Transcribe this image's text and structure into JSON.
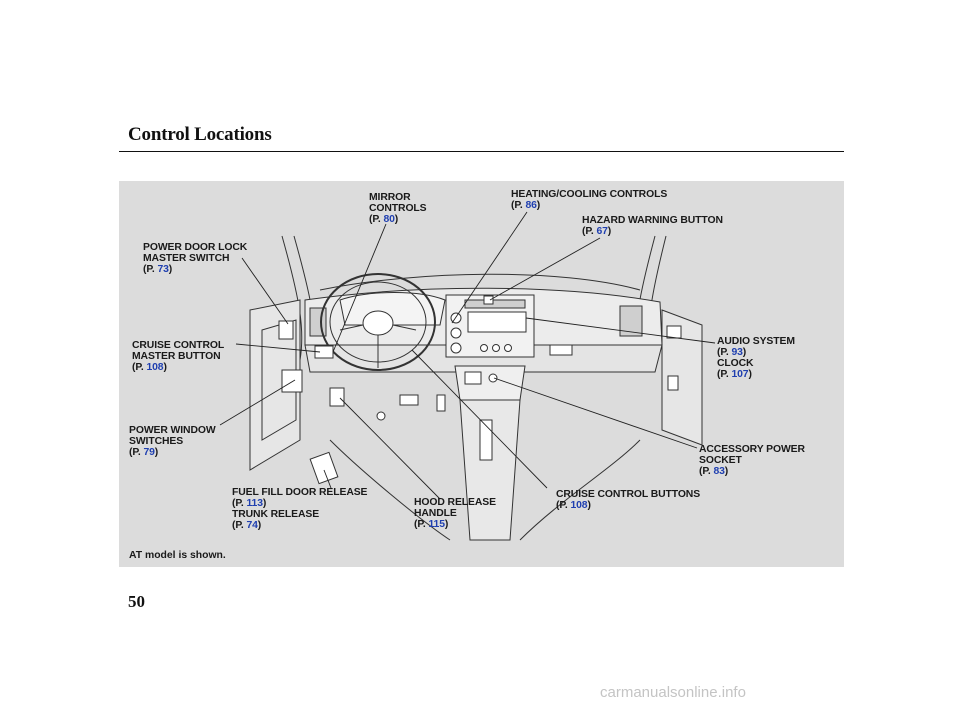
{
  "header": {
    "title": "Control Locations"
  },
  "labels": {
    "mirror": {
      "lines": [
        "MIRROR",
        "CONTROLS"
      ],
      "page": "80"
    },
    "heating": {
      "lines": [
        "HEATING/COOLING CONTROLS"
      ],
      "page": "86"
    },
    "hazard": {
      "lines": [
        "HAZARD WARNING BUTTON"
      ],
      "page": "67"
    },
    "door_lock": {
      "lines": [
        "POWER DOOR LOCK",
        "MASTER SWITCH"
      ],
      "page": "73"
    },
    "cruise_master": {
      "lines": [
        "CRUISE CONTROL",
        "MASTER BUTTON"
      ],
      "page": "108"
    },
    "audio": {
      "lines": [
        "AUDIO SYSTEM"
      ],
      "page": "93"
    },
    "clock": {
      "lines": [
        "CLOCK"
      ],
      "page": "107"
    },
    "window": {
      "lines": [
        "POWER WINDOW",
        "SWITCHES"
      ],
      "page": "79"
    },
    "accessory": {
      "lines": [
        "ACCESSORY POWER",
        "SOCKET"
      ],
      "page": "83"
    },
    "fuel": {
      "lines": [
        "FUEL FILL DOOR RELEASE"
      ],
      "page": "113"
    },
    "trunk": {
      "lines": [
        "TRUNK RELEASE"
      ],
      "page": "74"
    },
    "hood": {
      "lines": [
        "HOOD RELEASE",
        "HANDLE"
      ],
      "page": "115"
    },
    "cruise_buttons": {
      "lines": [
        "CRUISE CONTROL BUTTONS"
      ],
      "page": "108"
    }
  },
  "page_prefix": "(P.",
  "page_suffix": ")",
  "note": "AT model is shown.",
  "footer": {
    "page_number": "50",
    "watermark": "carmanualsonline.info"
  }
}
